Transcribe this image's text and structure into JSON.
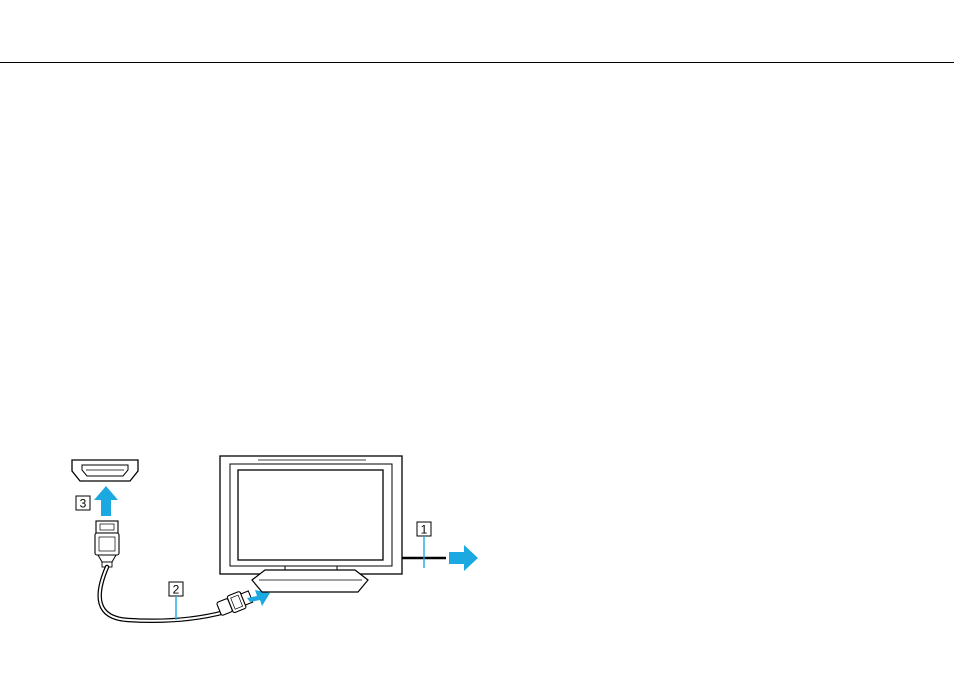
{
  "illustration": {
    "callouts": {
      "c1": "1",
      "c2": "2",
      "c3": "3"
    },
    "arrow_color": "#1ca8e0",
    "line_color": "#000000"
  }
}
